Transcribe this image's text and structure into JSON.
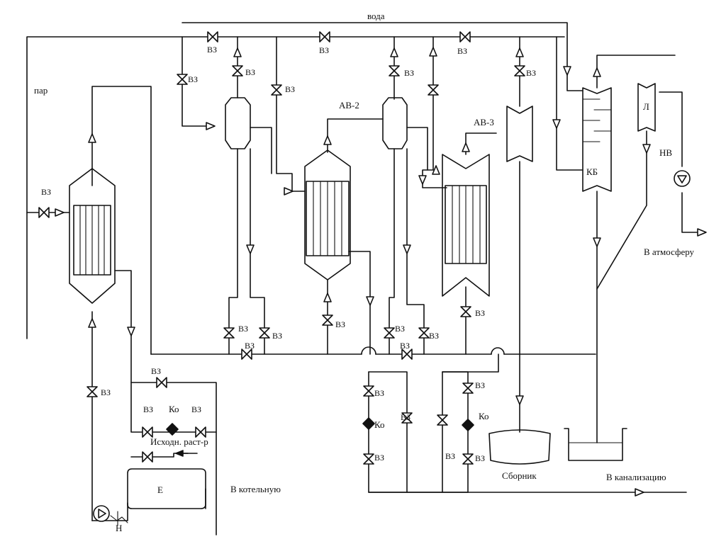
{
  "labels": {
    "water": "вода",
    "steam": "пар",
    "av2": "АВ-2",
    "av3": "АВ-3",
    "kb": "КБ",
    "l": "Л",
    "nv": "НВ",
    "to_atmosphere": "В атмосферу",
    "to_sewer": "В канализацию",
    "to_boiler": "В котельную",
    "source_solution": "Исходн. раст-р",
    "collector": "Сборник",
    "e": "Е",
    "n": "Н",
    "valve": "ВЗ",
    "ko": "Ко"
  },
  "colors": {
    "line": "#111111",
    "background": "#ffffff"
  }
}
